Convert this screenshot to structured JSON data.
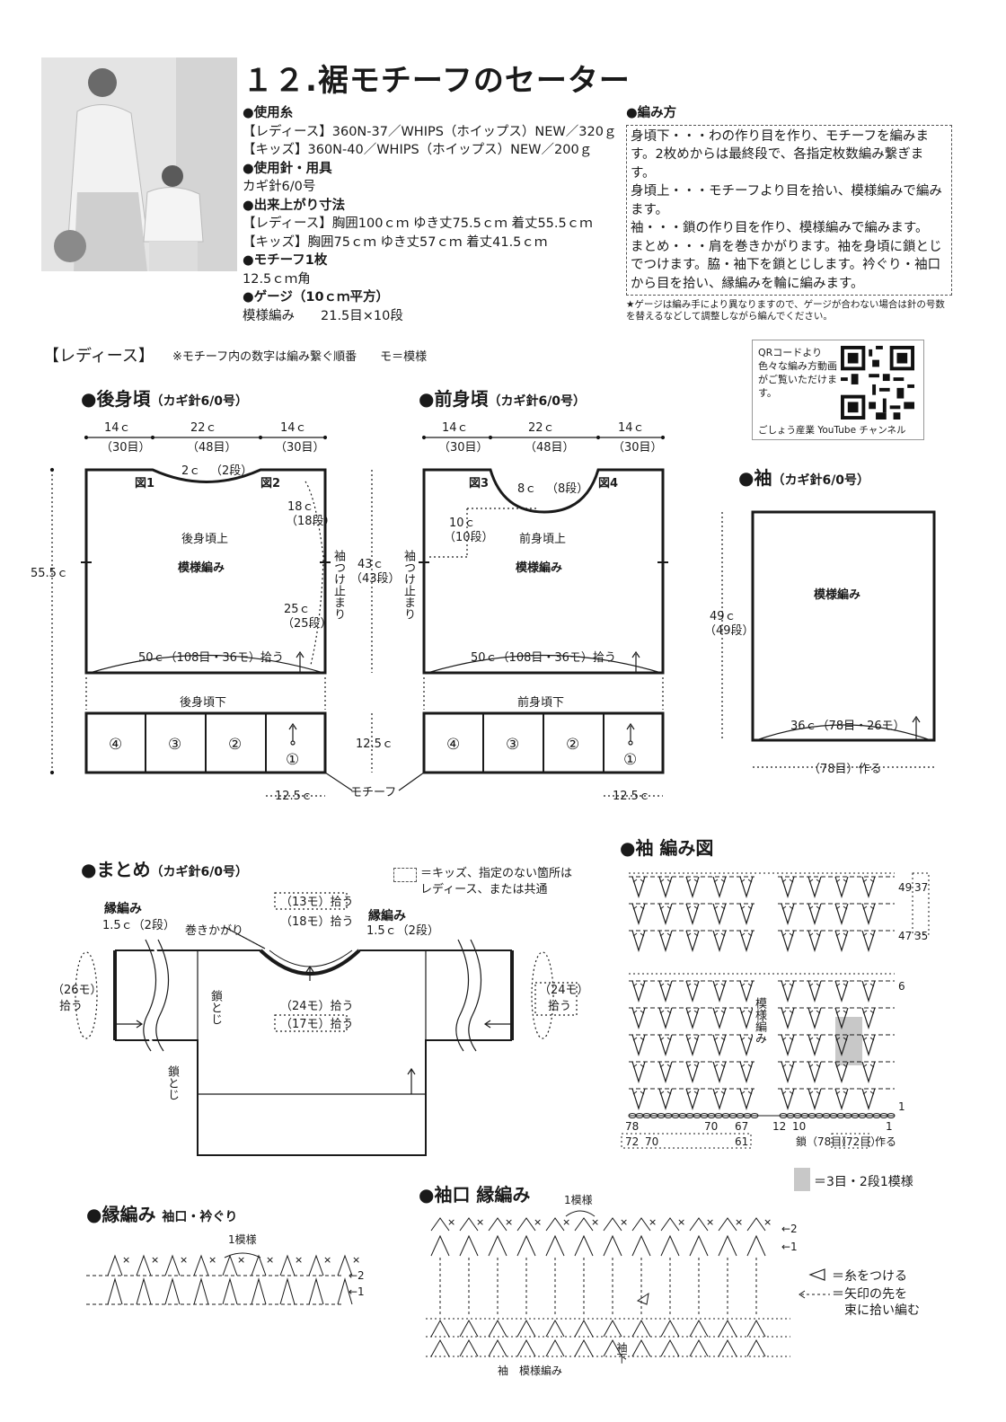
{
  "title": "１２.裾モチーフのセーター",
  "materials": {
    "yarn_head": "●使用糸",
    "yarn_ladies": "【レディース】360N-37／WHIPS（ホイップス）NEW／320ｇ",
    "yarn_kids": "【キッズ】360N-40／WHIPS（ホイップス）NEW／200ｇ",
    "tools_head": "●使用針・用具",
    "tools": "カギ針6/0号",
    "size_head": "●出来上がり寸法",
    "size_ladies": "【レディース】胸囲100ｃｍ ゆき丈75.5ｃｍ 着丈55.5ｃｍ",
    "size_kids": "【キッズ】胸囲75ｃｍ ゆき丈57ｃｍ 着丈41.5ｃｍ",
    "motif_head": "●モチーフ1枚",
    "motif": "12.5ｃｍ角",
    "gauge_head": "●ゲージ（10ｃｍ平方）",
    "gauge": "模様編み　　21.5目×10段"
  },
  "how": {
    "head": "●編み方",
    "body": "身頃下・・・わの作り目を作り、モチーフを編みます。2枚めからは最終段で、各指定枚数編み繋ぎます。\n身頃上・・・モチーフより目を拾い、模様編みで編みます。\n袖・・・鎖の作り目を作り、模様編みで編みます。\nまとめ・・・肩を巻きかがります。袖を身頃に鎖とじでつけます。脇・袖下を鎖とじします。衿ぐり・袖口から目を拾い、縁編みを輪に編みます。",
    "note": "★ゲージは編み手により異なりますので、ゲージが合わない場合は針の号数を替えるなどして調整しながら編んでください。"
  },
  "qr": {
    "text": "QRコードより色々な編み方動画がご覧いただけます。",
    "caption": "ごしょう産業 YouTube チャンネル"
  },
  "ladies": {
    "head": "【レディース】",
    "note": "※モチーフ内の数字は編み繋ぐ順番　　モ＝模様"
  },
  "back": {
    "head": "●後身頃",
    "needle": "（カギ針6/0号）",
    "w1": "14ｃ",
    "w1s": "（30目）",
    "w2": "22ｃ",
    "w2s": "（48目）",
    "w3": "14ｃ",
    "w3s": "（30目）",
    "neck": "2ｃ",
    "neck_s": "（2段）",
    "fig1": "図1",
    "fig2": "図2",
    "a1": "18ｃ",
    "a1s": "（18段）",
    "a2": "25ｃ",
    "a2s": "（25段）",
    "upper": "後身頃上",
    "pattern": "模様編み",
    "pickup": "50ｃ（108目・36モ）拾う",
    "lower": "後身頃下",
    "total_h": "55.5ｃ",
    "motif_w": "12.5ｃ",
    "motifs": [
      "④",
      "③",
      "②",
      "①"
    ]
  },
  "front": {
    "head": "●前身頃",
    "needle": "（カギ針6/0号）",
    "w1": "14ｃ",
    "w1s": "（30目）",
    "w2": "22ｃ",
    "w2s": "（48目）",
    "w3": "14ｃ",
    "w3s": "（30目）",
    "neck": "8ｃ",
    "neck_s": "（8段）",
    "fig3": "図3",
    "fig4": "図4",
    "d": "10ｃ",
    "ds": "（10段）",
    "upper": "前身頃上",
    "pattern": "模様編み",
    "pickup": "50ｃ（108目・36モ）拾う",
    "lower": "前身頃下",
    "h1": "43ｃ",
    "h1s": "（43段）",
    "h2": "12.5ｃ",
    "motif_w": "12.5ｃ",
    "motifs": [
      "④",
      "③",
      "②",
      "①"
    ]
  },
  "sleeve_attach": "袖つけ止まり",
  "motif_label": "モチーフ",
  "sleeve": {
    "head": "●袖",
    "needle": "（カギ針6/0号）",
    "pattern": "模様編み",
    "h": "49ｃ",
    "hs": "（49段）",
    "w": "36ｃ（78目・26モ）",
    "start": "（78目）作る"
  },
  "finish": {
    "head": "●まとめ",
    "needle": "（カギ針6/0号）",
    "legend": "＝キッズ、指定のない箇所は\nレディース、または共通",
    "edge": "縁編み",
    "edge_w": "1.5ｃ（2段）",
    "whip": "巻きかがり",
    "k13": "（13モ）拾う",
    "l18": "（18モ）拾う",
    "l24": "（24モ）拾う",
    "k17": "（17モ）拾う",
    "l26": "（26モ）",
    "l26b": "拾う",
    "r24": "（24モ）",
    "r24b": "拾う",
    "chain": "鎖とじ"
  },
  "sleeve_chart": {
    "head": "●袖 編み図",
    "pattern": "模様編み",
    "rows": [
      "49",
      "47",
      "6",
      "1"
    ],
    "rows_k": [
      "37",
      "35"
    ],
    "bottom_l": [
      "78",
      "70",
      "67"
    ],
    "bottom_r": [
      "12",
      "10",
      "1"
    ],
    "bottom_k": [
      "72",
      "70",
      "61"
    ],
    "start": "鎖（78目）",
    "start_k": "（72目）",
    "start2": "作る",
    "legend": "＝3目・2段1模様"
  },
  "edge_chart": {
    "head": "●縁編み",
    "sub": "袖口・衿ぐり",
    "rep": "1模様",
    "r2": "←2",
    "r1": "←1"
  },
  "cuff_chart": {
    "head": "●袖口 縁編み",
    "rep": "1模様",
    "r2": "←2",
    "r1": "←1",
    "under": "袖下",
    "pattern": "袖　模様編み",
    "legend1": "＝糸をつける",
    "legend2": "＝矢印の先を",
    "legend3": "束に拾い編む"
  }
}
